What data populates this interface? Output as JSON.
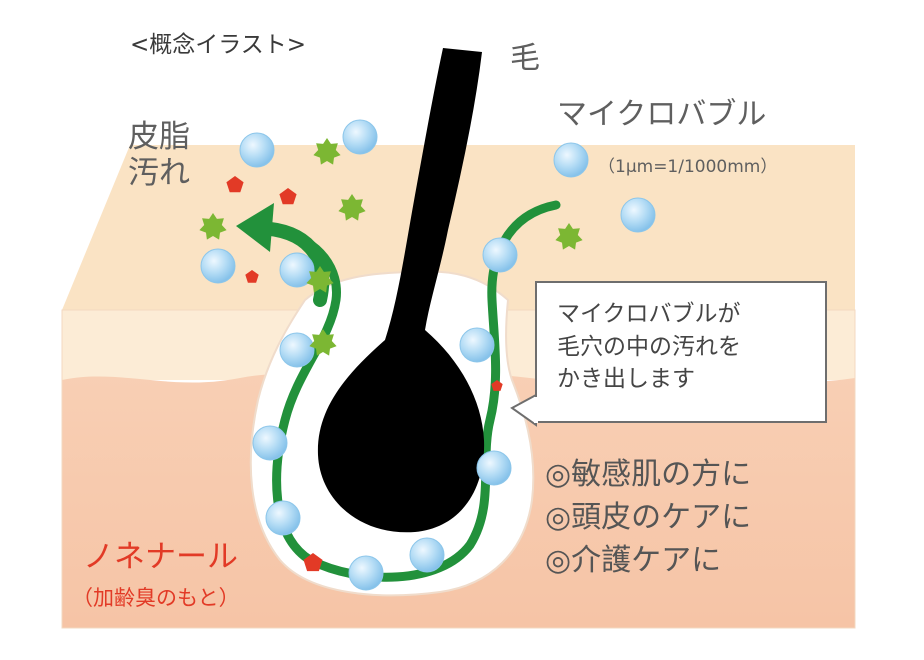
{
  "caption": "<概念イラスト>",
  "labels": {
    "hair": "毛",
    "microbubble": "マイクロバブル",
    "unit": "（1μm=1/1000mm）",
    "sebum_line1": "皮脂",
    "sebum_line2": "汚れ",
    "nonenal": "ノネナール",
    "nonenal_sub": "（加齢臭のもと）"
  },
  "callout": {
    "line1": "マイクロバブルが",
    "line2": "毛穴の中の汚れを",
    "line3": "かき出します"
  },
  "care_list": [
    "◎敏感肌の方に",
    "◎頭皮のケアに",
    "◎介護ケアに"
  ],
  "colors": {
    "skin_surface": "#f9e1c0",
    "skin_top": "#fbecd4",
    "skin_deep": "#f5c9ad",
    "hair": "#000000",
    "bubble": "#a9d6f3",
    "arrow": "#22913b",
    "sebum_particle": "#7cb733",
    "nonenal_particle": "#e23a26"
  },
  "icons": [
    "bubble-icon",
    "sebum-particle-icon",
    "nonenal-particle-icon",
    "arrow-icon"
  ]
}
